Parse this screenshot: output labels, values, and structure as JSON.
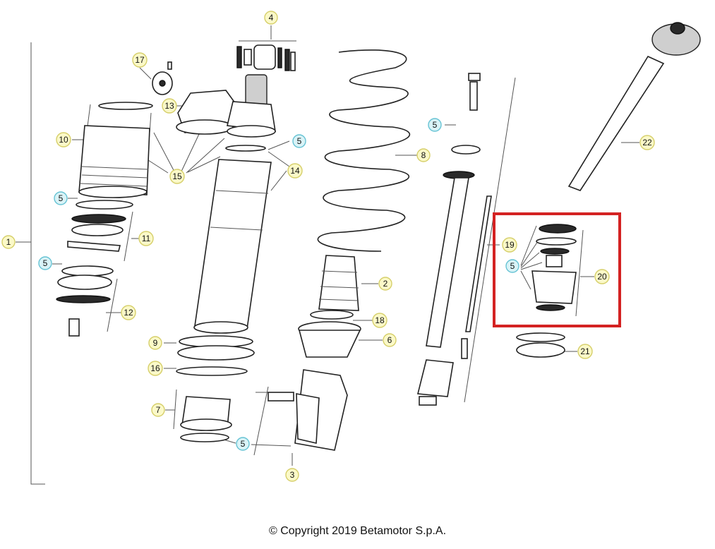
{
  "callouts": [
    {
      "id": "c1",
      "label": "1",
      "kind": "part"
    },
    {
      "id": "c2",
      "label": "2",
      "kind": "part"
    },
    {
      "id": "c3",
      "label": "3",
      "kind": "part"
    },
    {
      "id": "c4",
      "label": "4",
      "kind": "part"
    },
    {
      "id": "c5a",
      "label": "5",
      "kind": "kit"
    },
    {
      "id": "c5b",
      "label": "5",
      "kind": "kit"
    },
    {
      "id": "c5c",
      "label": "5",
      "kind": "kit"
    },
    {
      "id": "c5d",
      "label": "5",
      "kind": "kit"
    },
    {
      "id": "c5e",
      "label": "5",
      "kind": "kit"
    },
    {
      "id": "c5f",
      "label": "5",
      "kind": "kit"
    },
    {
      "id": "c6",
      "label": "6",
      "kind": "part"
    },
    {
      "id": "c7",
      "label": "7",
      "kind": "part"
    },
    {
      "id": "c8",
      "label": "8",
      "kind": "part"
    },
    {
      "id": "c9",
      "label": "9",
      "kind": "part"
    },
    {
      "id": "c10",
      "label": "10",
      "kind": "part"
    },
    {
      "id": "c11",
      "label": "11",
      "kind": "part"
    },
    {
      "id": "c12",
      "label": "12",
      "kind": "part"
    },
    {
      "id": "c13",
      "label": "13",
      "kind": "part"
    },
    {
      "id": "c14",
      "label": "14",
      "kind": "part"
    },
    {
      "id": "c15",
      "label": "15",
      "kind": "part"
    },
    {
      "id": "c16",
      "label": "16",
      "kind": "part"
    },
    {
      "id": "c17",
      "label": "17",
      "kind": "part"
    },
    {
      "id": "c18",
      "label": "18",
      "kind": "part"
    },
    {
      "id": "c19",
      "label": "19",
      "kind": "part"
    },
    {
      "id": "c20",
      "label": "20",
      "kind": "part"
    },
    {
      "id": "c21",
      "label": "21",
      "kind": "part"
    },
    {
      "id": "c22",
      "label": "22",
      "kind": "part"
    }
  ],
  "colors": {
    "part_fill": "#fbf9c8",
    "part_stroke": "#d6cf6a",
    "kit_fill": "#d9f3f7",
    "kit_stroke": "#66c3d4",
    "highlight": "#d42222",
    "line": "#555555"
  },
  "copyright": "© Copyright 2019 Betamotor S.p.A."
}
